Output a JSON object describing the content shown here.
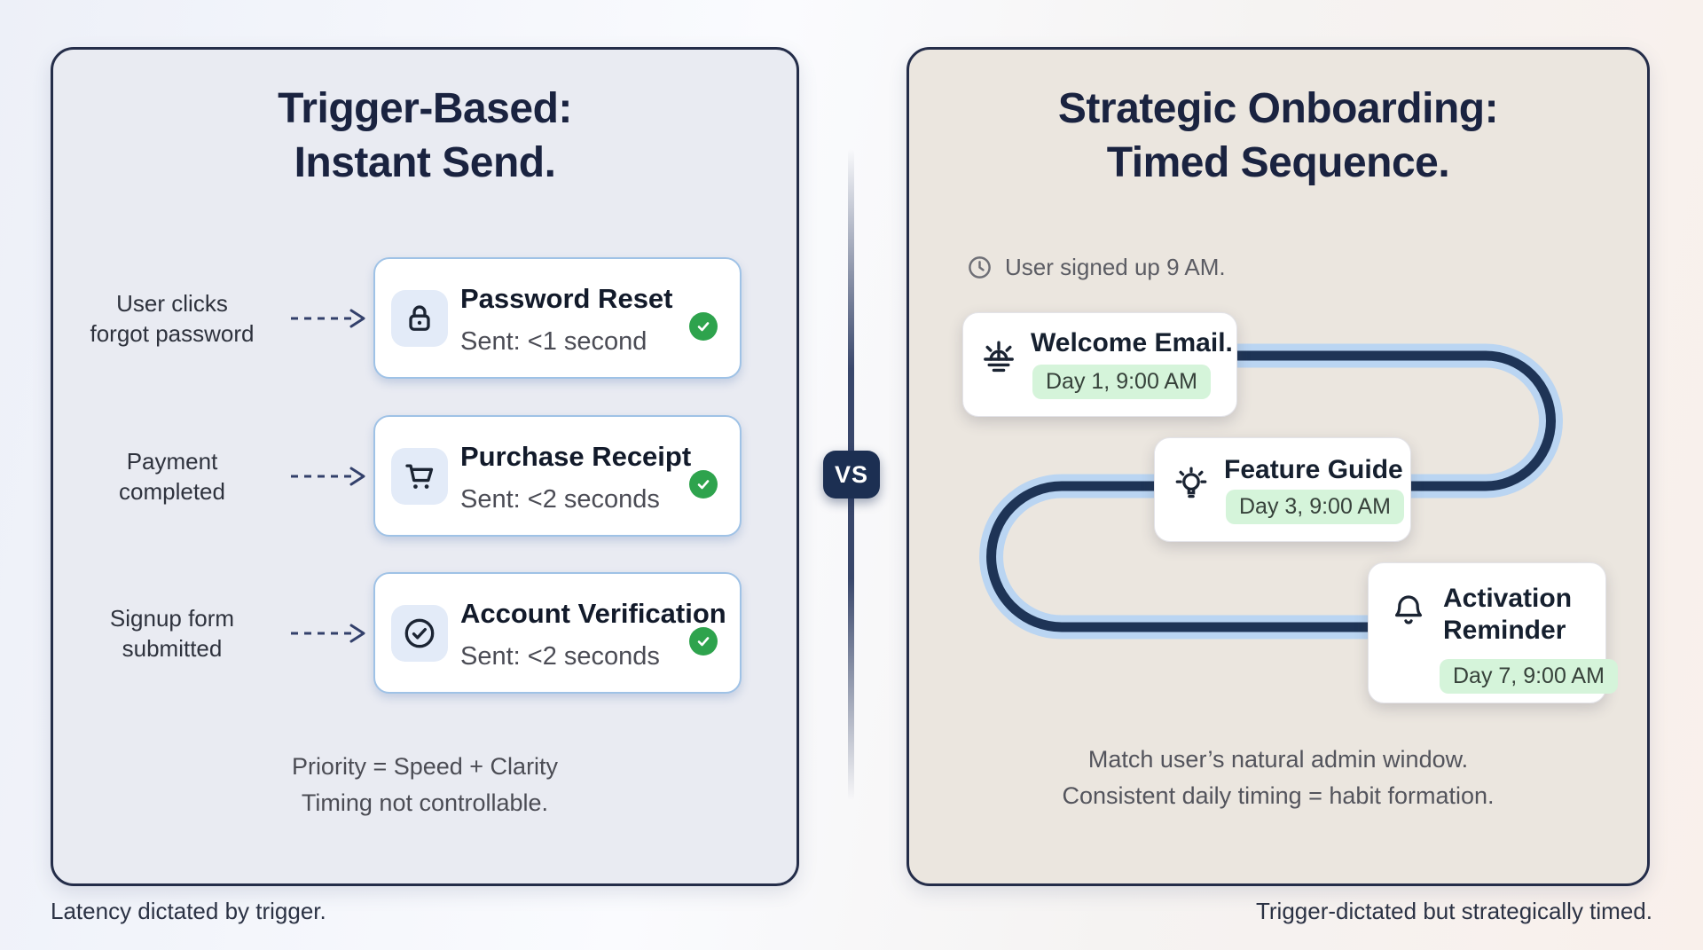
{
  "left_panel": {
    "title_line1": "Trigger-Based:",
    "title_line2": "Instant Send.",
    "rows": [
      {
        "label_line1": "User clicks",
        "label_line2": "forgot password",
        "card_title": "Password Reset",
        "card_subtitle": "Sent: <1 second",
        "status": "sent"
      },
      {
        "label_line1": "Payment",
        "label_line2": "completed",
        "card_title": "Purchase Receipt",
        "card_subtitle": "Sent: <2 seconds",
        "status": "sent"
      },
      {
        "label_line1": "Signup form",
        "label_line2": "submitted",
        "card_title": "Account Verification",
        "card_subtitle": "Sent: <2 seconds",
        "status": "sent"
      }
    ],
    "footer_line1": "Priority = Speed + Clarity",
    "footer_line2": "Timing not controllable.",
    "caption": "Latency dictated by trigger."
  },
  "divider": {
    "badge_label": "VS"
  },
  "right_panel": {
    "title_line1": "Strategic Onboarding:",
    "title_line2": "Timed Sequence.",
    "signup_note": "User signed up 9 AM.",
    "steps": [
      {
        "title": "Welcome Email.",
        "badge": "Day 1, 9:00 AM"
      },
      {
        "title": "Feature Guide",
        "badge": "Day 3, 9:00 AM"
      },
      {
        "title": "Activation Reminder",
        "badge": "Day 7, 9:00 AM"
      }
    ],
    "footer_line1": "Match user’s natural admin window.",
    "footer_line2": "Consistent daily timing = habit formation.",
    "caption": "Trigger-dictated but strategically timed."
  },
  "colors": {
    "panel_border": "#242d49",
    "left_panel_bg": "#e9ebf2",
    "right_panel_bg": "#ebe6df",
    "card_border_blue": "#9fc2e6",
    "check_green": "#2ea34d",
    "pill_green_bg": "#d5f4da",
    "path_dark": "#1e3456",
    "path_light": "#bad5f2",
    "vs_badge_bg": "#1c2f52",
    "heading_navy": "#1a2340"
  }
}
